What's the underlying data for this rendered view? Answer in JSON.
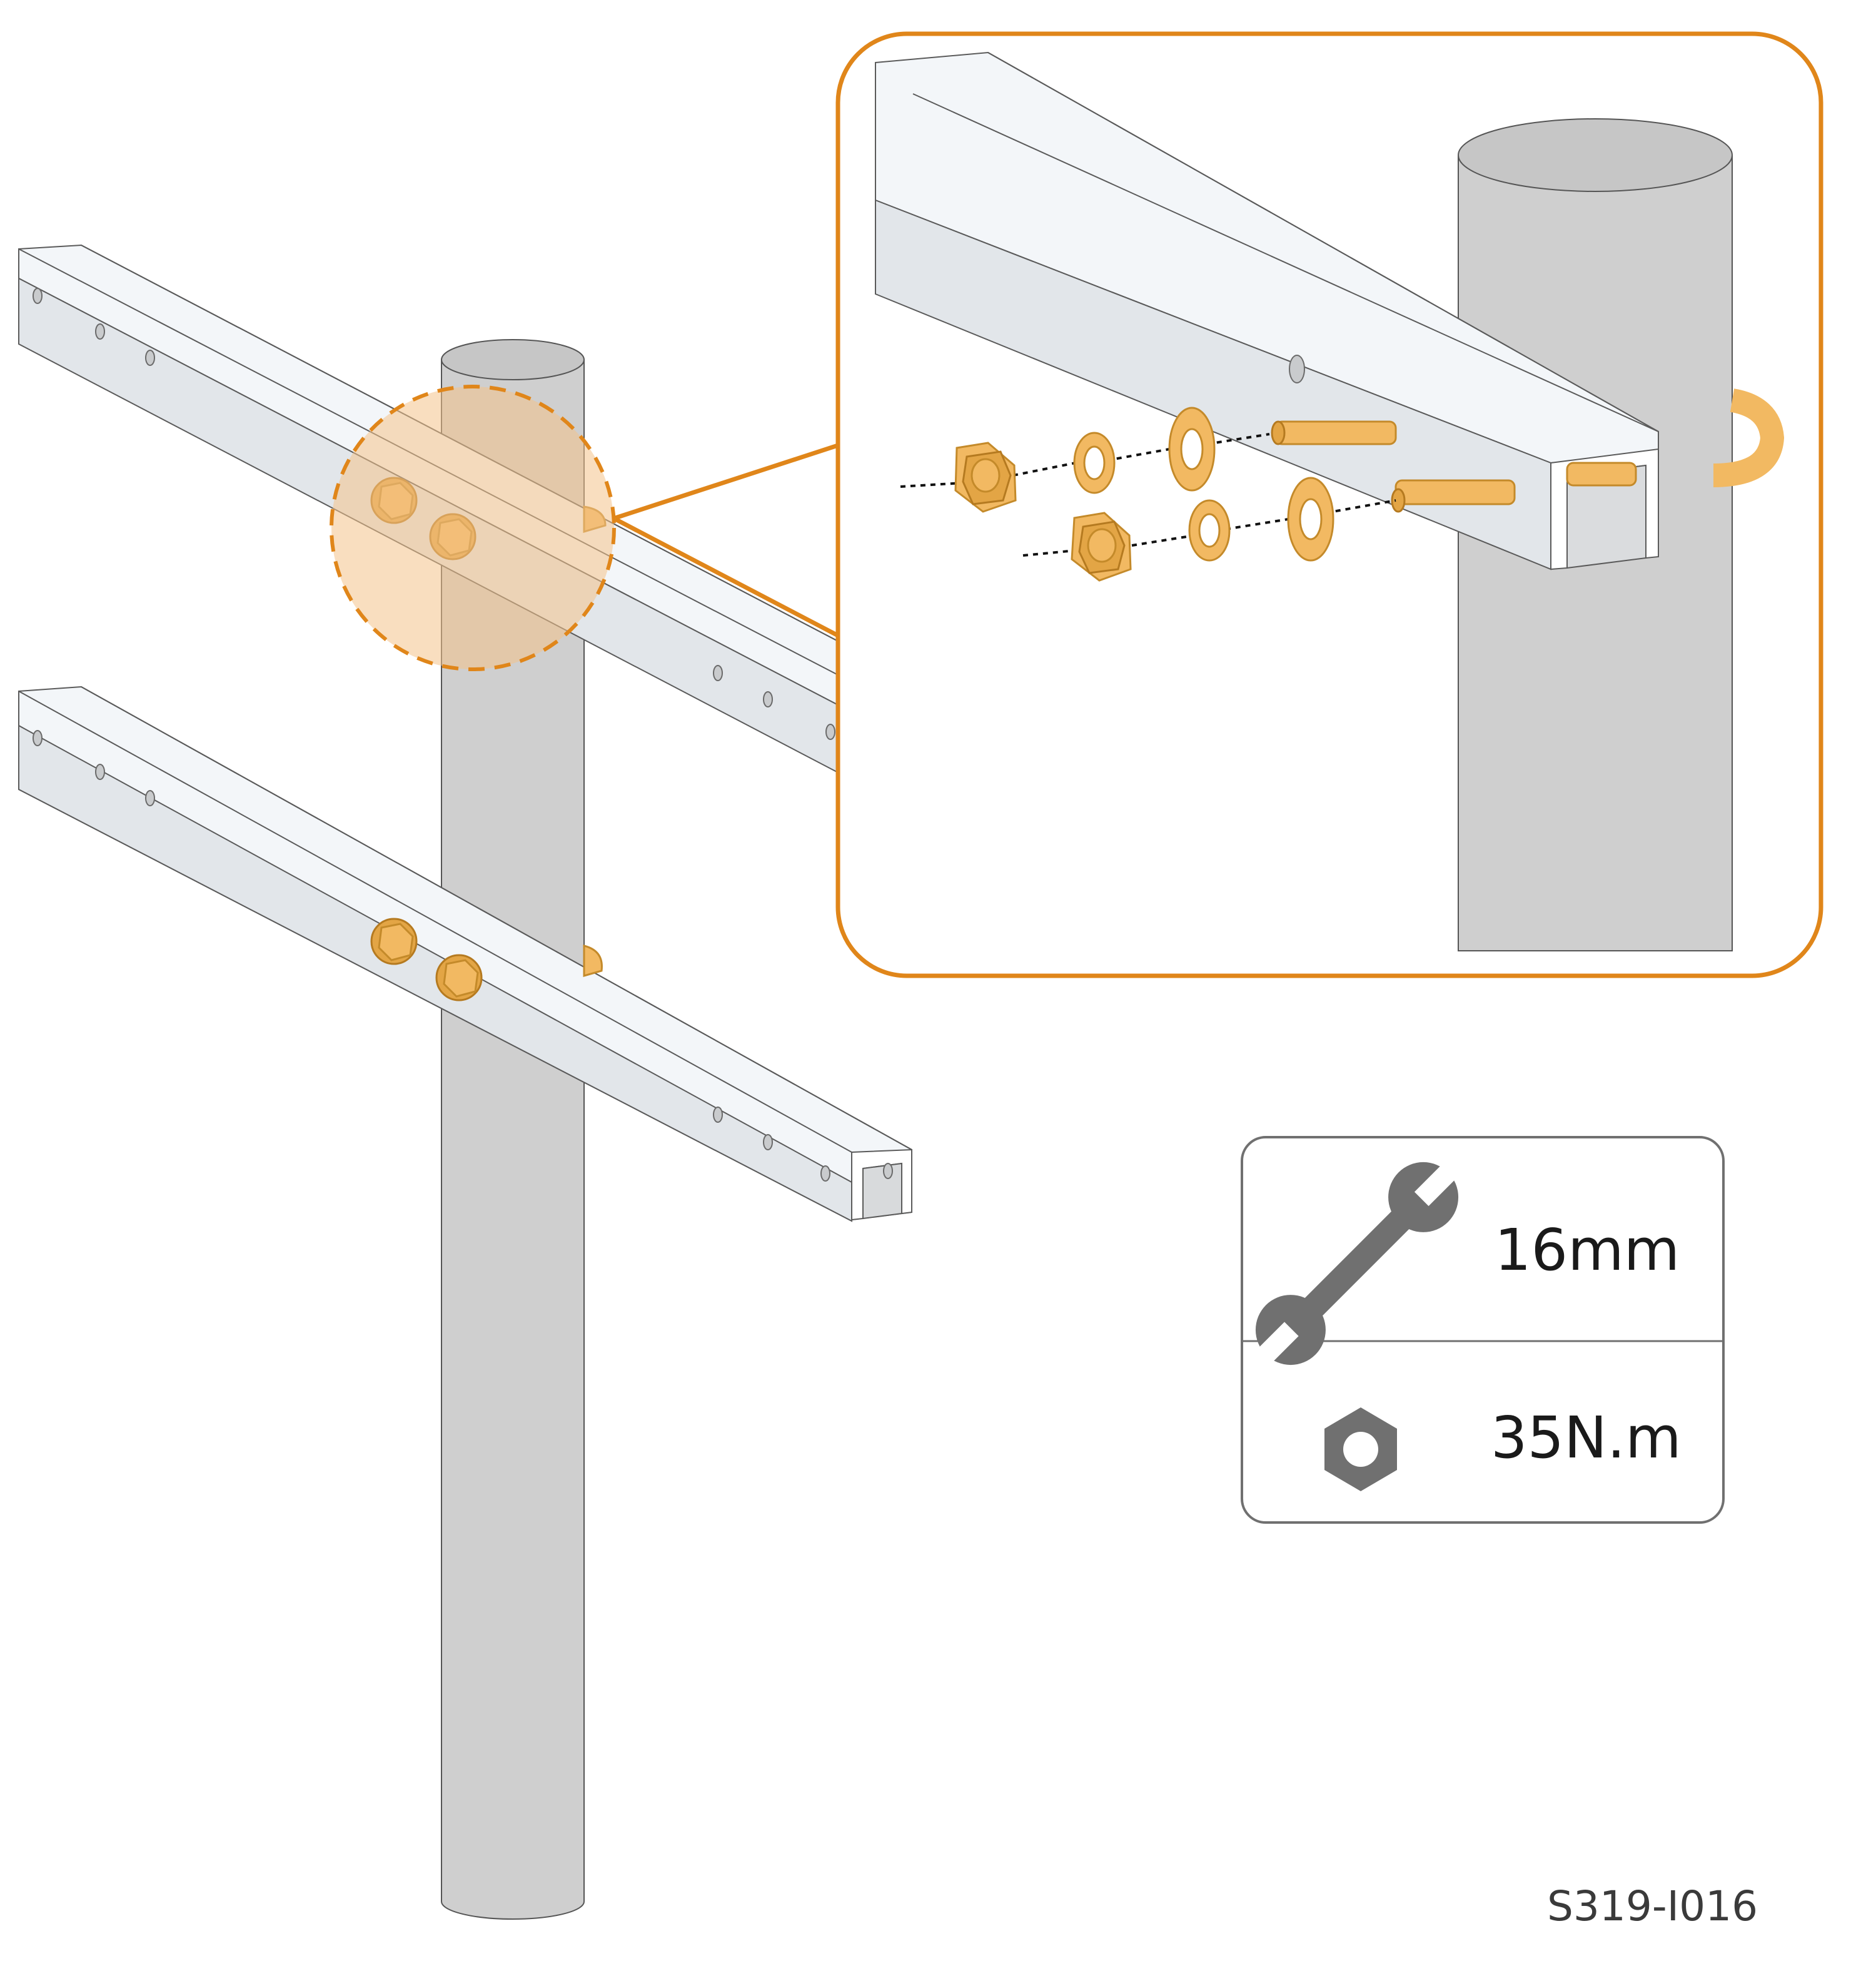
{
  "colors": {
    "accent": "#e0861a",
    "highlight_fill": "#f4c38a",
    "pole": "#cfcfcf",
    "rail": "#f3f6f9",
    "hardware": "#f2b962",
    "icon_gray": "#707070"
  },
  "icons": {
    "wrench": "wrench-icon",
    "nut": "hex-nut-icon"
  },
  "specs": {
    "wrench_size": "16mm",
    "torque": "35N.m"
  },
  "figure_ref": "S319-I016"
}
